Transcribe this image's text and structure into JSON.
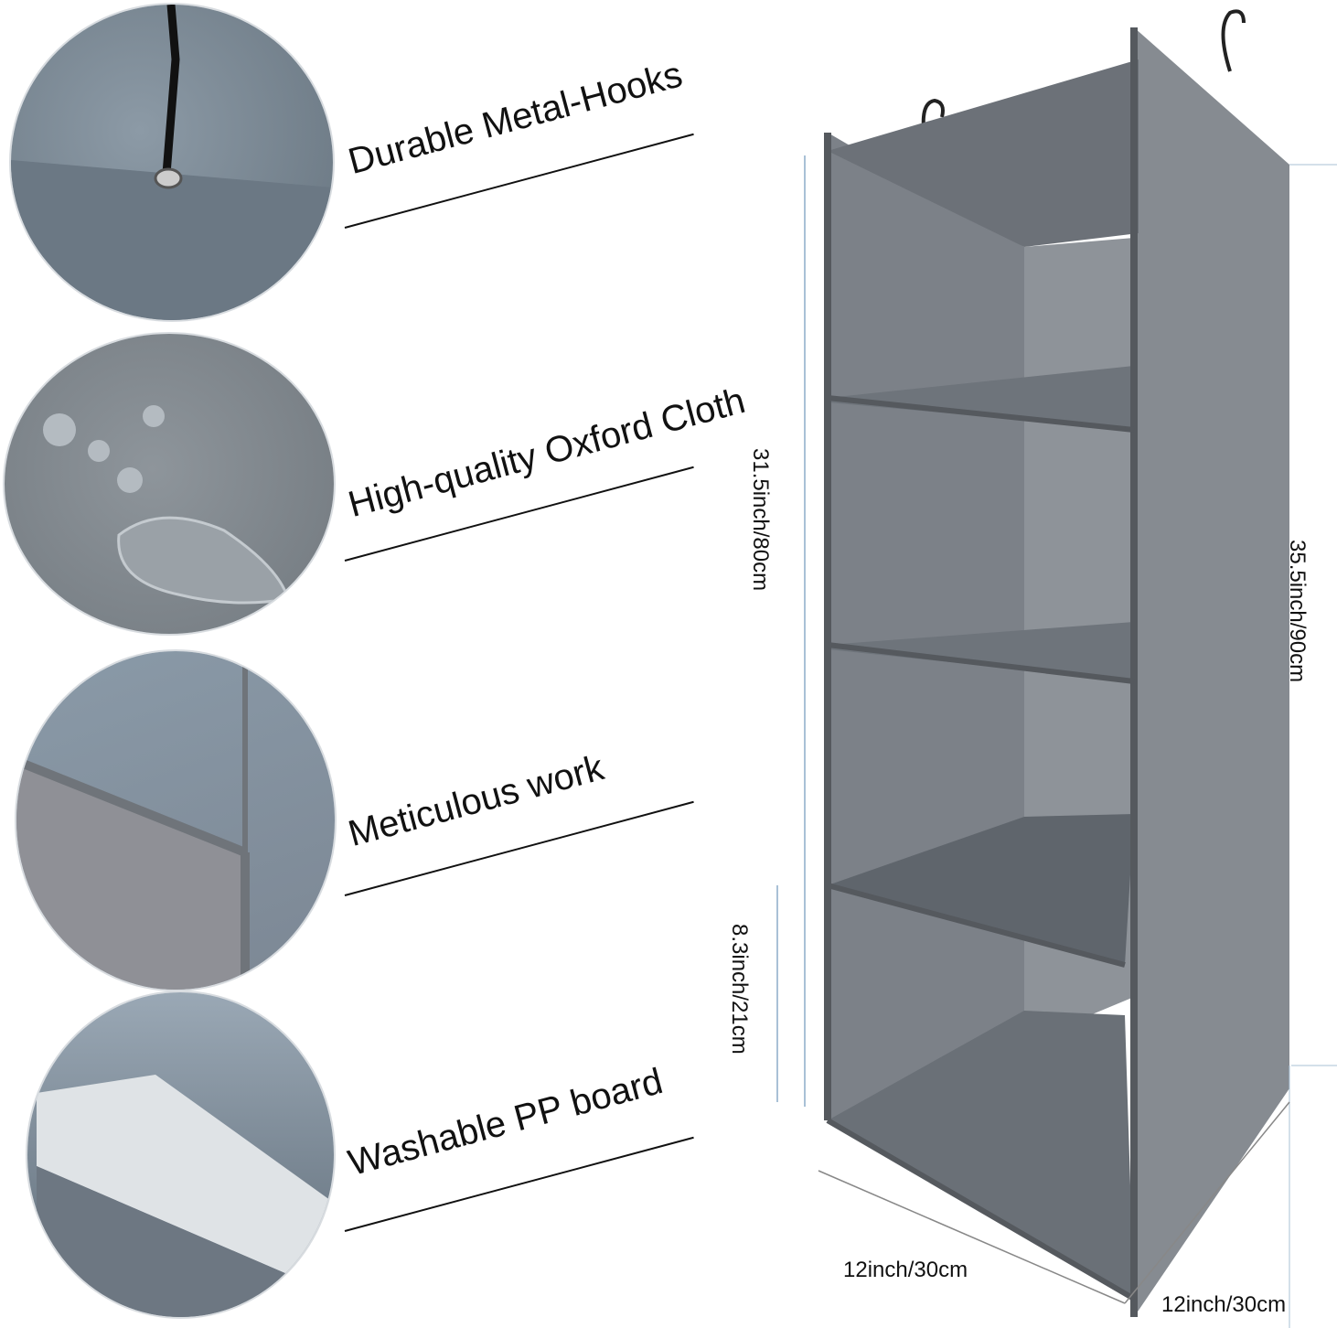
{
  "features": [
    {
      "label": "Durable Metal-Hooks",
      "icon": "metal-hook"
    },
    {
      "label": "High-quality Oxford Cloth",
      "icon": "water-droplets"
    },
    {
      "label": "Meticulous work",
      "icon": "stitched-seam"
    },
    {
      "label": "Washable PP board",
      "icon": "pp-board"
    }
  ],
  "dimensions": {
    "inner_height": "31.5inch/80cm",
    "total_height": "35.5inch/90cm",
    "shelf_height": "8.3inch/21cm",
    "width": "12inch/30cm",
    "depth": "12inch/30cm"
  },
  "colors": {
    "fabric": "#7d8389",
    "fabric_dark": "#5f656b",
    "circle_bg": "#7e8b96"
  }
}
